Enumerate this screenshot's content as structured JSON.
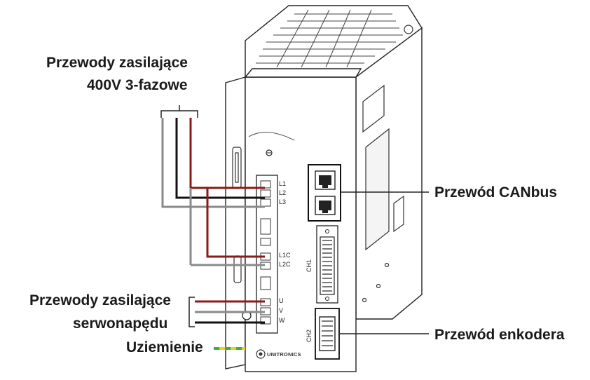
{
  "labels": {
    "power_3phase_line1": "Przewody zasilające",
    "power_3phase_line2": "400V 3-fazowe",
    "canbus": "Przewód CANbus",
    "servo_power_line1": "Przewody zasilające",
    "servo_power_line2": "serwonapędu",
    "ground": "Uziemienie",
    "encoder": "Przewód enkodera"
  },
  "terminals": {
    "l1": "L1",
    "l2": "L2",
    "l3": "L3",
    "l1c": "L1C",
    "l2c": "L2C",
    "u": "U",
    "v": "V",
    "w": "W"
  },
  "connectors": {
    "ch1": "CH1",
    "ch2": "CH2"
  },
  "brand": "UNITRONICS",
  "colors": {
    "wire_red": "#8b1a1a",
    "wire_black": "#111111",
    "wire_gray": "#8a8a8a",
    "ground_green": "#3cb043",
    "ground_yellow": "#e8d21a"
  }
}
